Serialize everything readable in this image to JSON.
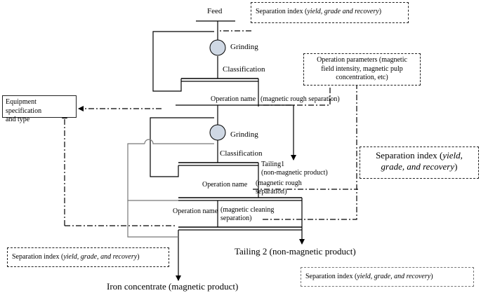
{
  "feed": "Feed",
  "grinding1": "Grinding",
  "classification1": "Classification",
  "op_name1": "Operation name",
  "op_name1_detail": "(magnetic rough separation)",
  "grinding2": "Grinding",
  "classification2": "Classification",
  "tailing1_line1": "Tailing1",
  "tailing1_line2": "(non-magnetic product)",
  "op_name2": "Operation name",
  "op_name2_detail_line1": "(magnetic rough",
  "op_name2_detail_line2": "separation)",
  "op_name3": "Operation name",
  "op_name3_detail_line1": "(magnetic cleaning",
  "op_name3_detail_line2": "separation)",
  "tailing2": "Tailing 2 (non-magnetic product)",
  "iron_concentrate": "Iron concentrate (magnetic product)",
  "box_top": {
    "prefix": "Separation index (",
    "italic": "yield, grade and recovery",
    "suffix": ")"
  },
  "box_params": {
    "line1": "Operation parameters (magnetic",
    "line2": "field intensity, magnetic pulp",
    "line3": "concentration, etc)"
  },
  "box_equipment": {
    "line1": "Equipment specification",
    "line2": "and type"
  },
  "box_right": {
    "line1_prefix": "Separation index (",
    "line1_italic": "yield,",
    "line2_italic": "grade, and recovery",
    "line2_suffix": ")"
  },
  "box_bottom_left": {
    "prefix": "Separation index (",
    "italic": "yield, grade, and recovery",
    "suffix": ")"
  },
  "box_bottom_right": {
    "prefix": "Separation index (",
    "italic": "yield, grade, and recovery",
    "suffix": ")"
  }
}
